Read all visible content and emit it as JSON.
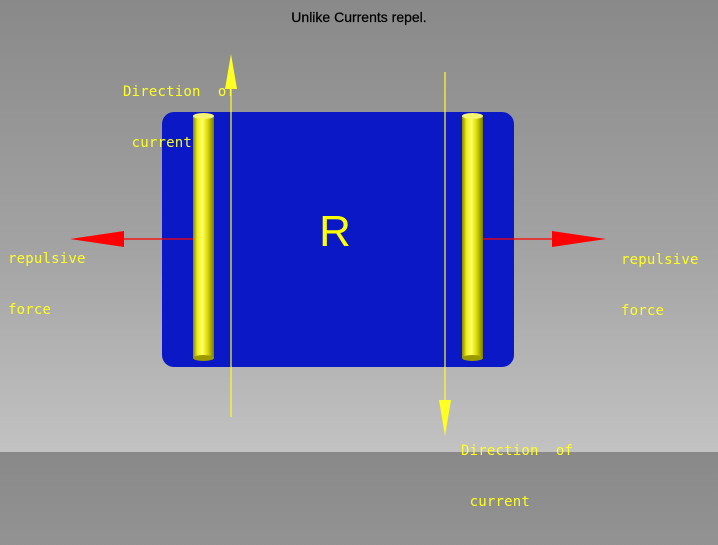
{
  "title": "Unlike Currents repel.",
  "conductor_label": "R",
  "current_label_top": {
    "line1": "Direction  of",
    "line2": " current"
  },
  "current_label_bottom": {
    "line1": "Direction  of",
    "line2": " current"
  },
  "force_label_left": {
    "line1": "repulsive",
    "line2": "force"
  },
  "force_label_right": {
    "line1": "repulsive",
    "line2": "force"
  },
  "colors": {
    "panel": "#0b18c6",
    "conductor": "#e6e600",
    "arrow_current": "#ffff22",
    "arrow_force": "#ff0000",
    "text": "#ffff22"
  }
}
